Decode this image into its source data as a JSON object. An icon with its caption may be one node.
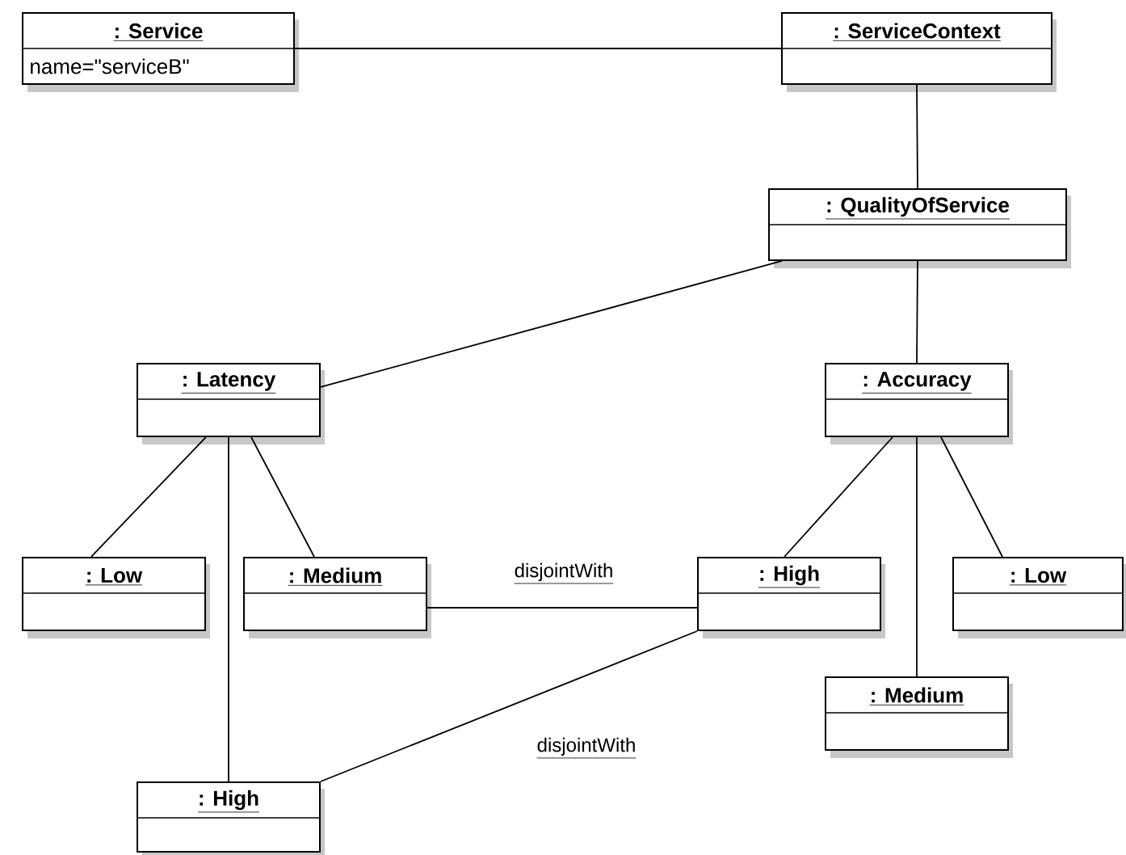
{
  "diagram": {
    "nodes": [
      {
        "text": [
          ": Service",
          "name=\"serviceB\""
        ]
      },
      {
        "text": [
          ": ServiceContext"
        ]
      },
      {
        "text": [
          ": QualityOfService"
        ]
      },
      {
        "text": [
          ": Latency"
        ]
      },
      {
        "text": [
          ": Accuracy"
        ]
      },
      {
        "text": [
          ": Low"
        ]
      },
      {
        "text": [
          ": Medium"
        ]
      },
      {
        "text": [
          ": High"
        ]
      },
      {
        "text": [
          ": Low"
        ]
      },
      {
        "text": [
          ": Medium"
        ]
      },
      {
        "text": [
          ": High"
        ]
      }
    ],
    "edges": [
      {
        "from": 0,
        "to": 1,
        "arrow": "none"
      },
      {
        "from": 1,
        "to": 2,
        "arrow": "none"
      },
      {
        "from": 2,
        "to": 3,
        "arrow": "none"
      },
      {
        "from": 2,
        "to": 4,
        "arrow": "none"
      },
      {
        "from": 3,
        "to": 5,
        "arrow": "none"
      },
      {
        "from": 3,
        "to": 6,
        "arrow": "none"
      },
      {
        "from": 3,
        "to": 10,
        "arrow": "none"
      },
      {
        "from": 4,
        "to": 7,
        "arrow": "none"
      },
      {
        "from": 4,
        "to": 9,
        "arrow": "none"
      },
      {
        "from": 4,
        "to": 8,
        "arrow": "none"
      },
      {
        "from": 6,
        "to": 7,
        "arrow": "none",
        "label": "disjointWith"
      },
      {
        "from": 10,
        "to": 7,
        "arrow": "none",
        "label": "disjointWith"
      }
    ]
  }
}
